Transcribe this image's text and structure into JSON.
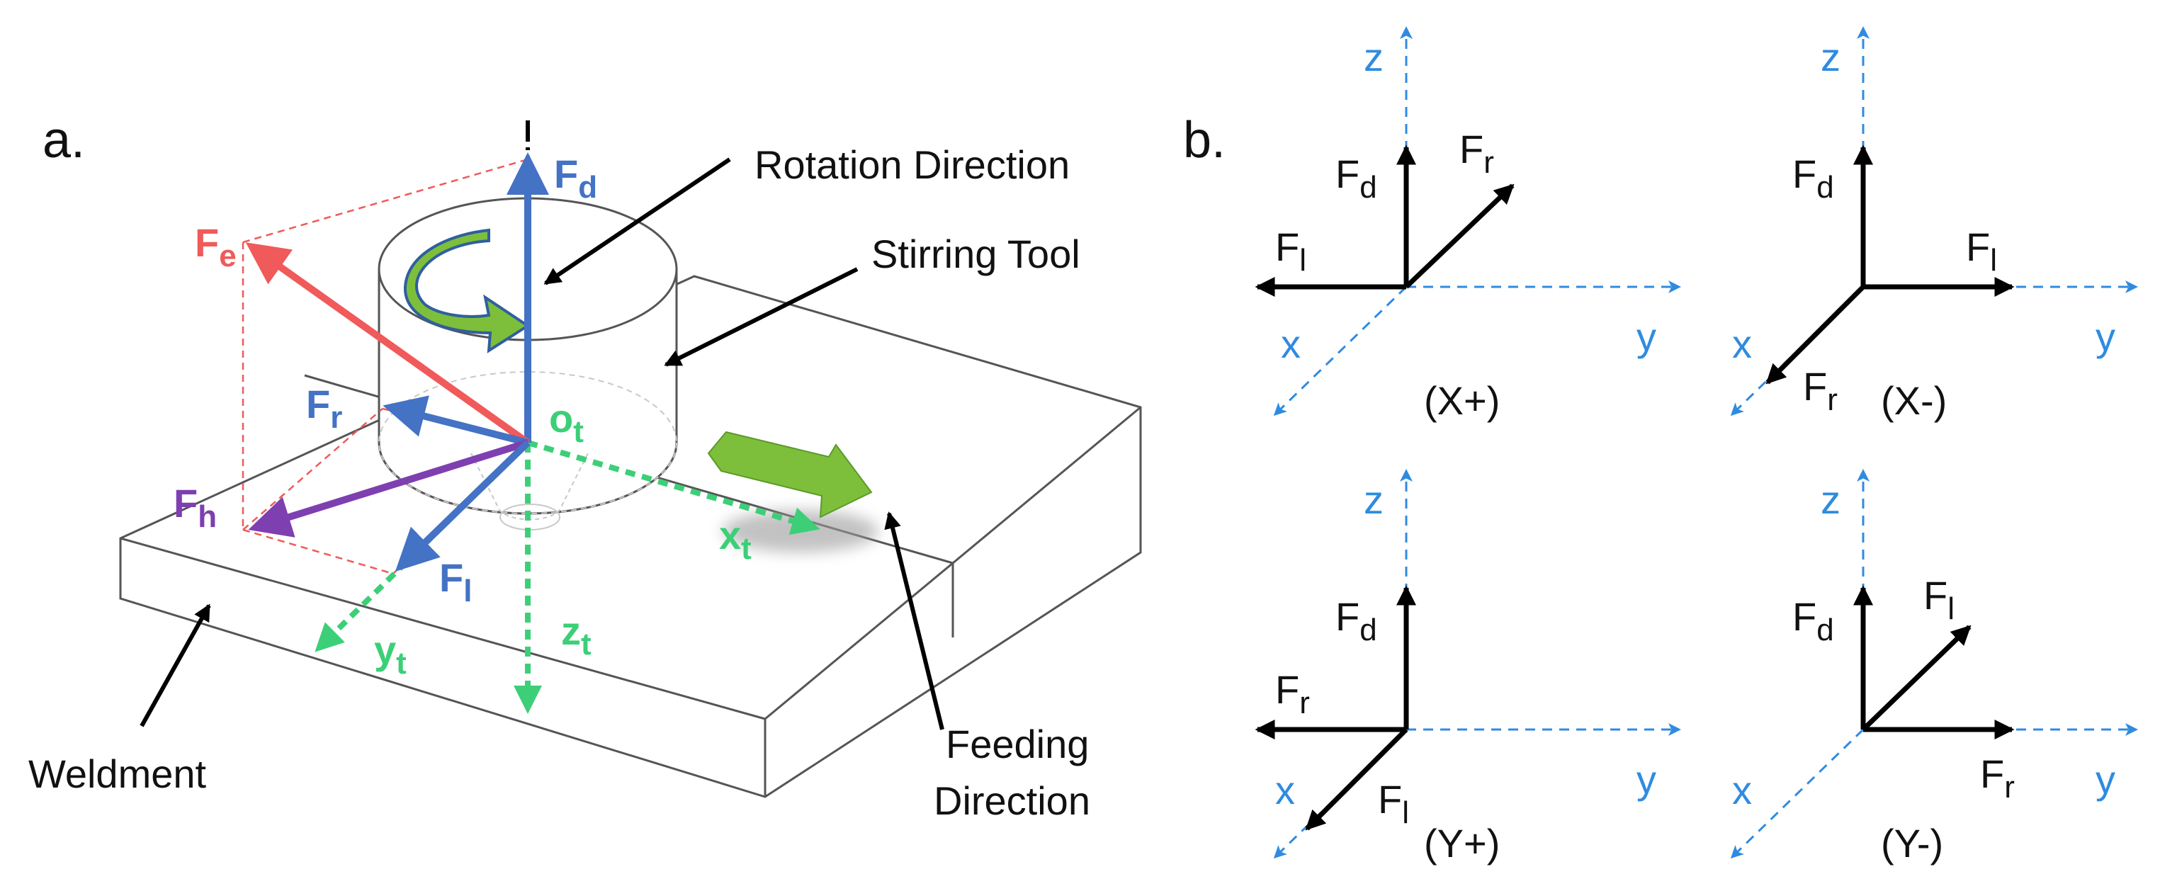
{
  "panel_a": {
    "label": "a.",
    "callouts": {
      "rotation": "Rotation Direction",
      "stirring_tool": "Stirring Tool",
      "weldment": "Weldment",
      "feeding_line1": "Feeding",
      "feeding_line2": "Direction"
    },
    "forces": {
      "fd": {
        "main": "F",
        "sub": "d",
        "color": "#4472c4"
      },
      "fe": {
        "main": "F",
        "sub": "e",
        "color": "#f05a5a"
      },
      "fr": {
        "main": "F",
        "sub": "r",
        "color": "#4472c4"
      },
      "fh": {
        "main": "F",
        "sub": "h",
        "color": "#7e3fb0"
      },
      "fl": {
        "main": "F",
        "sub": "l",
        "color": "#4472c4"
      }
    },
    "tool_axes": {
      "origin": {
        "main": "o",
        "sub": "t"
      },
      "x": {
        "main": "x",
        "sub": "t"
      },
      "y": {
        "main": "y",
        "sub": "t"
      },
      "z": {
        "main": "z",
        "sub": "t"
      },
      "color": "#3ccf78"
    },
    "arrow_fill_color": "#7dbf3a"
  },
  "panel_b": {
    "label": "b.",
    "axis_color": "#2f8be0",
    "axes": {
      "x": "x",
      "y": "y",
      "z": "z"
    },
    "cases": [
      {
        "caption": "(X+)",
        "fd": {
          "main": "F",
          "sub": "d"
        },
        "fl": {
          "main": "F",
          "sub": "l"
        },
        "fr": {
          "main": "F",
          "sub": "r"
        }
      },
      {
        "caption": "(X-)",
        "fd": {
          "main": "F",
          "sub": "d"
        },
        "fl": {
          "main": "F",
          "sub": "l"
        },
        "fr": {
          "main": "F",
          "sub": "r"
        }
      },
      {
        "caption": "(Y+)",
        "fd": {
          "main": "F",
          "sub": "d"
        },
        "fr": {
          "main": "F",
          "sub": "r"
        },
        "fl": {
          "main": "F",
          "sub": "l"
        }
      },
      {
        "caption": "(Y-)",
        "fd": {
          "main": "F",
          "sub": "d"
        },
        "fl": {
          "main": "F",
          "sub": "l"
        },
        "fr": {
          "main": "F",
          "sub": "r"
        }
      }
    ]
  }
}
